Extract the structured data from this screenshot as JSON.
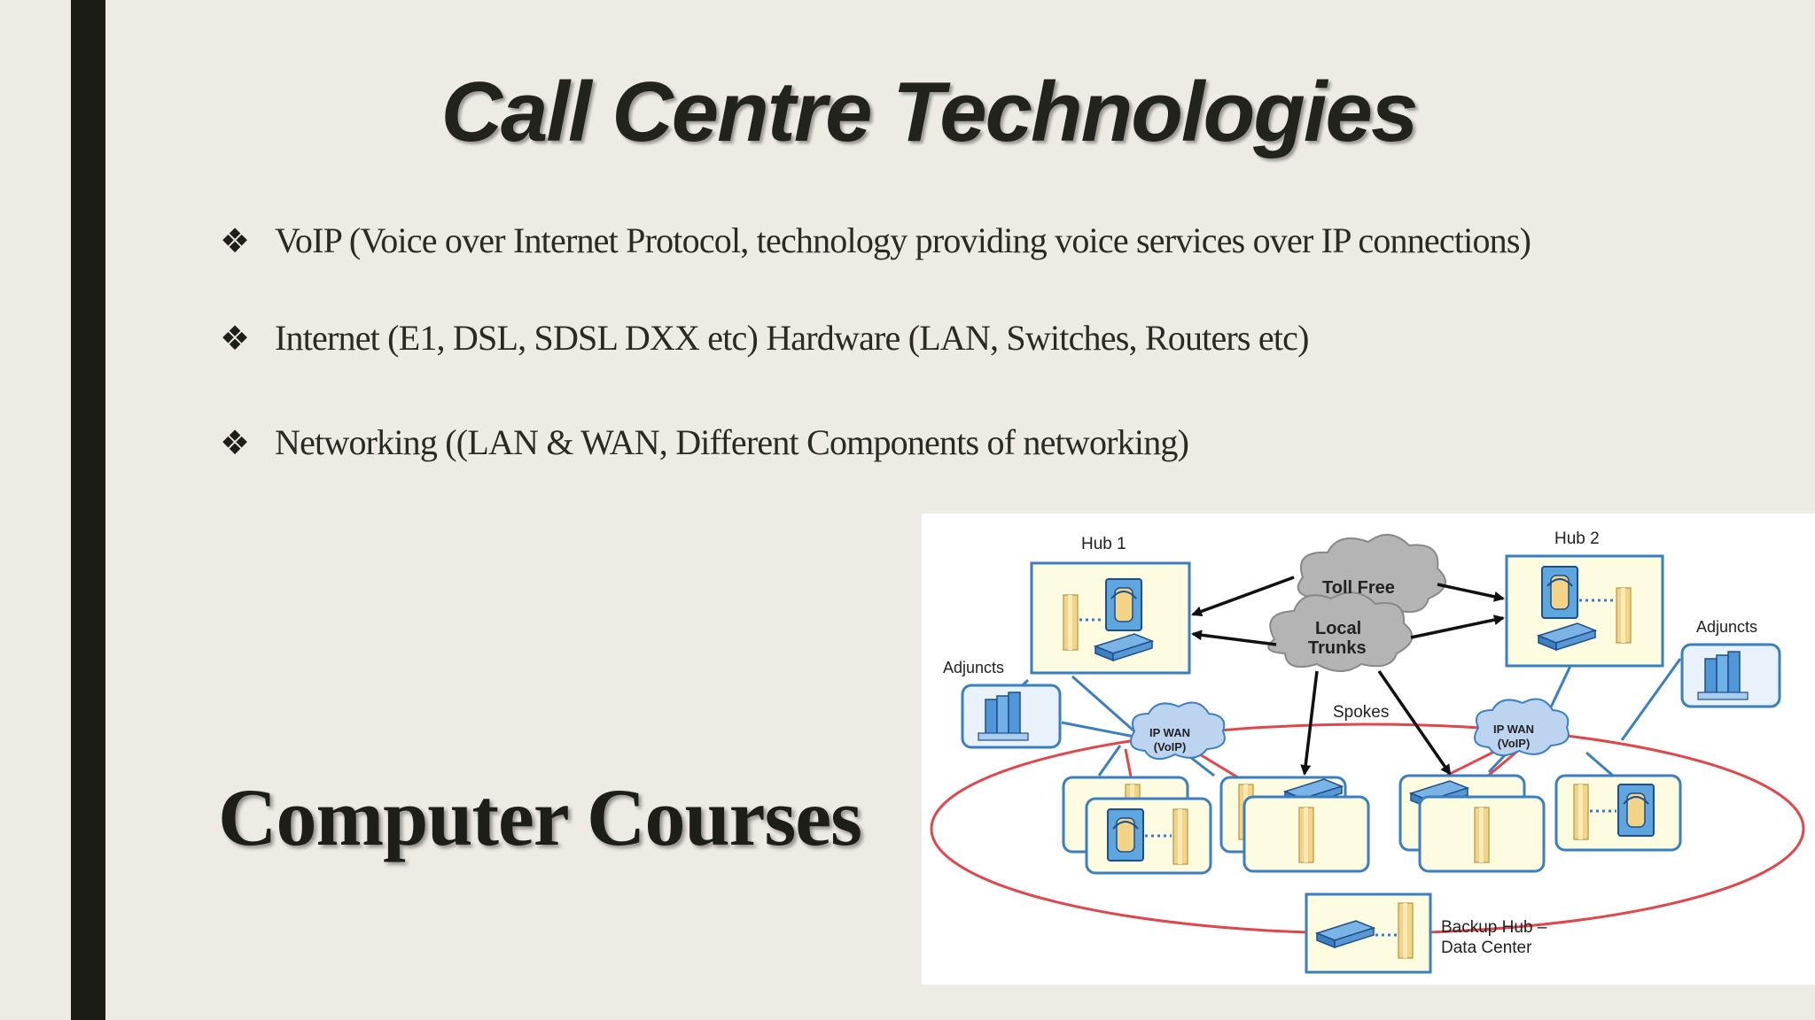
{
  "title": "Call Centre Technologies",
  "bullets": [
    {
      "text": "VoIP (Voice over Internet Protocol, technology providing  voice services over IP connections)"
    },
    {
      "text": "Internet (E1, DSL, SDSL DXX  etc)  Hardware (LAN, Switches, Routers  etc)"
    },
    {
      "text": "Networking ((LAN & WAN,  Different Components of  networking)"
    }
  ],
  "bullet_glyph": "❖",
  "subtitle": "Computer Courses",
  "diagram": {
    "hub1": "Hub 1",
    "hub2": "Hub 2",
    "adjuncts_left": "Adjuncts",
    "adjuncts_right": "Adjuncts",
    "toll_free": "Toll Free",
    "local_trunks_1": "Local",
    "local_trunks_2": "Trunks",
    "spokes": "Spokes",
    "ip_wan_left_1": "IP WAN",
    "ip_wan_left_2": "(VoIP)",
    "ip_wan_right_1": "IP WAN",
    "ip_wan_right_2": "(VoIP)",
    "backup_hub_1": "Backup Hub –",
    "backup_hub_2": "Data Center"
  },
  "colors": {
    "background": "#eeebe5",
    "left_bar": "#1b1c16",
    "box_border": "#3a7fc0",
    "box_fill": "#fdfbe0",
    "ring": "#e0474c",
    "cloud_grey": "#b4b4b4",
    "cloud_blue": "#bcd4f0"
  }
}
